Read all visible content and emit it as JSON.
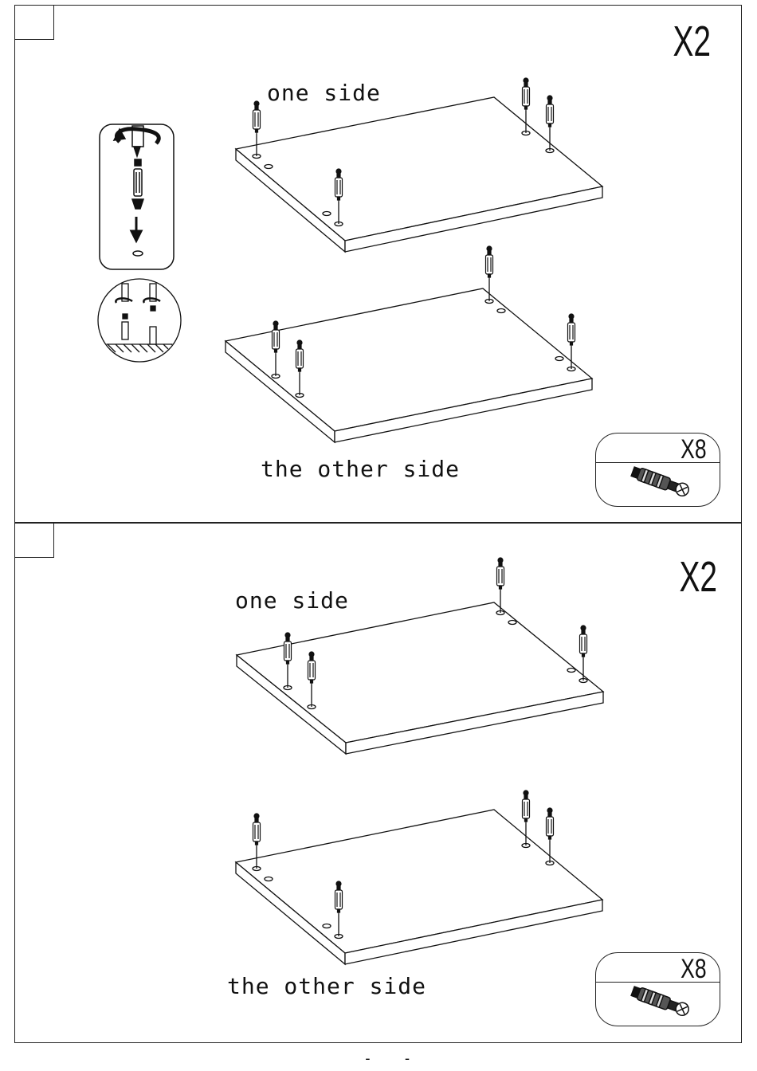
{
  "steps": [
    {
      "quantity": "X2",
      "top_label": "one side",
      "bottom_label": "the other side",
      "part": {
        "name_icon": "cam-dowel-icon",
        "quantity": "X8"
      }
    },
    {
      "quantity": "X2",
      "top_label": "one side",
      "bottom_label": "the other side",
      "part": {
        "name_icon": "cam-dowel-icon",
        "quantity": "X8"
      }
    }
  ],
  "page": {
    "number": "- -"
  }
}
